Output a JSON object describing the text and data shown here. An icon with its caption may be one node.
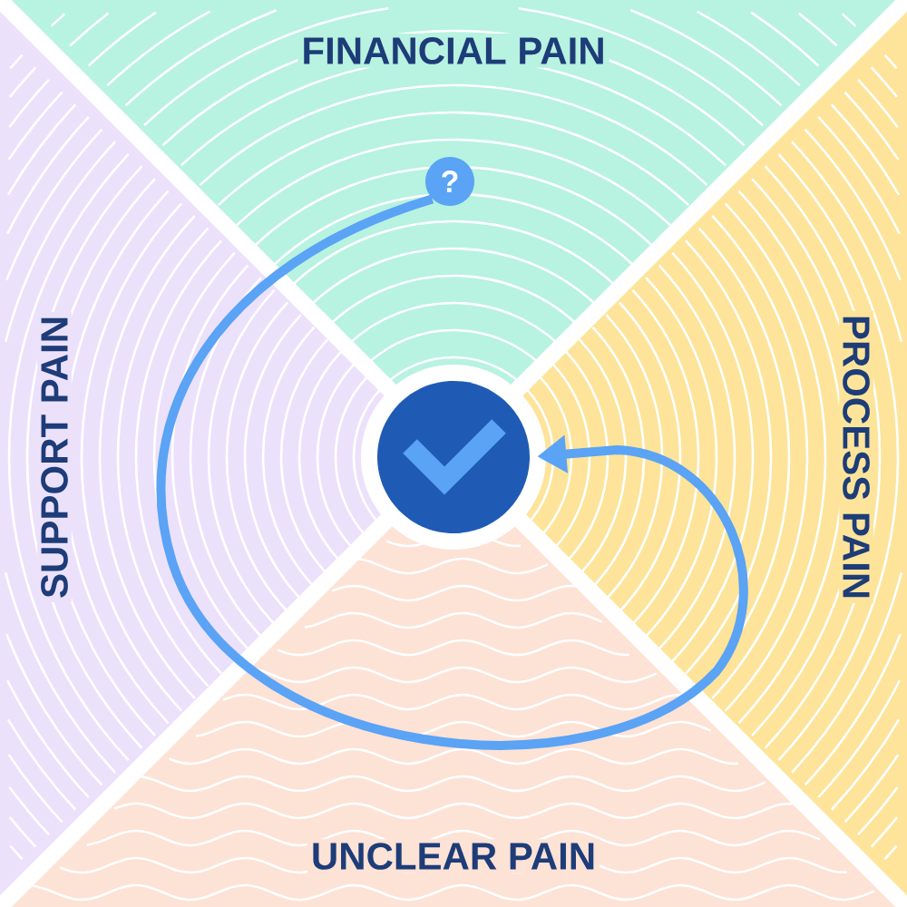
{
  "diagram": {
    "nodes": [
      {
        "text": [
          "FINANCIAL PAIN"
        ]
      },
      {
        "text": [
          "PROCESS PAIN"
        ]
      },
      {
        "text": [
          "UNCLEAR PAIN"
        ]
      },
      {
        "text": [
          "SUPPORT PAIN"
        ]
      },
      {
        "text": [
          "?"
        ]
      },
      {
        "text": [],
        "shape": "circle"
      }
    ],
    "edges": [
      {
        "from": 4,
        "to": 5,
        "arrow": "to"
      }
    ]
  }
}
